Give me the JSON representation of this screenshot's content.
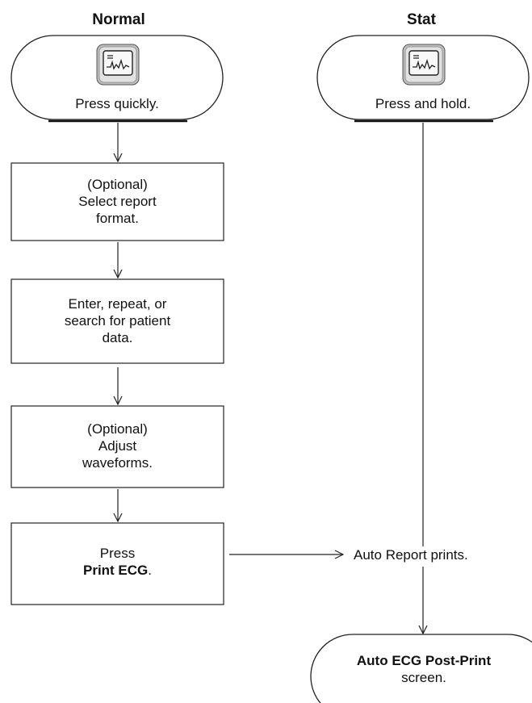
{
  "columns": {
    "normal": "Normal",
    "stat": "Stat"
  },
  "start": {
    "normal_text": "Press quickly.",
    "stat_text": "Press and hold.",
    "button_icon": "ecg-waveform-key-icon"
  },
  "steps": [
    {
      "lines": [
        "(Optional)",
        "Select report",
        "format."
      ]
    },
    {
      "lines": [
        "Enter, repeat, or",
        "search for patient",
        "data."
      ]
    },
    {
      "lines": [
        "(Optional)",
        "Adjust",
        "waveforms."
      ]
    },
    {
      "line1": "Press",
      "bold": "Print ECG",
      "suffix": "."
    }
  ],
  "auto_report": "Auto Report prints.",
  "end": {
    "bold": "Auto ECG Post-Print",
    "line2": "screen."
  }
}
